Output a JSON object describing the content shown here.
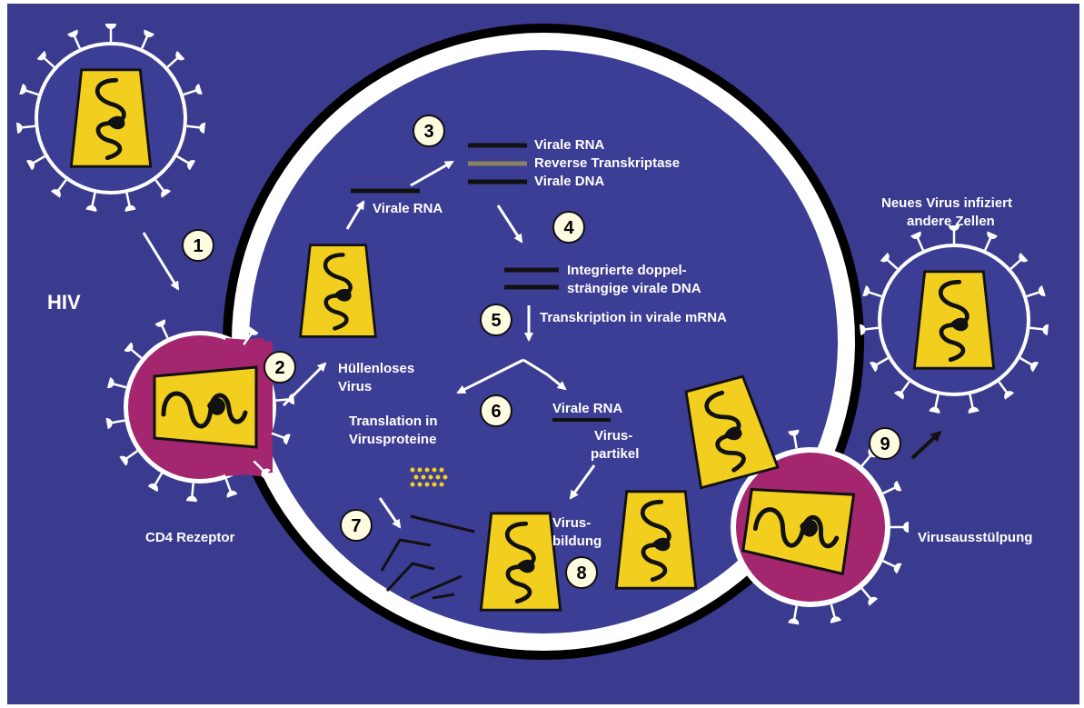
{
  "labels": {
    "hiv": "HIV",
    "cd4": "CD4 Rezeptor",
    "virale_rna_1": "Virale RNA",
    "legend_rna": "Virale RNA",
    "legend_rt": "Reverse Transkriptase",
    "legend_dna": "Virale DNA",
    "integriert_1": "Integrierte doppel-",
    "integriert_2": "strängige virale DNA",
    "transkription": "Transkription in virale mRNA",
    "huellenlos_1": "Hüllenloses",
    "huellenlos_2": "Virus",
    "translation_1": "Translation in",
    "translation_2": "Virusproteine",
    "virale_rna_2": "Virale RNA",
    "partikel_1": "Virus-",
    "partikel_2": "partikel",
    "bildung_1": "Virus-",
    "bildung_2": "bildung",
    "neues_1": "Neues Virus infiziert",
    "neues_2": "andere Zellen",
    "ausstuelpung": "Virusausstülpung"
  },
  "steps": [
    "1",
    "2",
    "3",
    "4",
    "5",
    "6",
    "7",
    "8",
    "9"
  ],
  "colors": {
    "background": "#3a3b8e",
    "cell_border": "#ffffff",
    "capsid": "#f2cf1f",
    "bud_magenta": "#a3266f",
    "rt_line": "#8a8260"
  }
}
